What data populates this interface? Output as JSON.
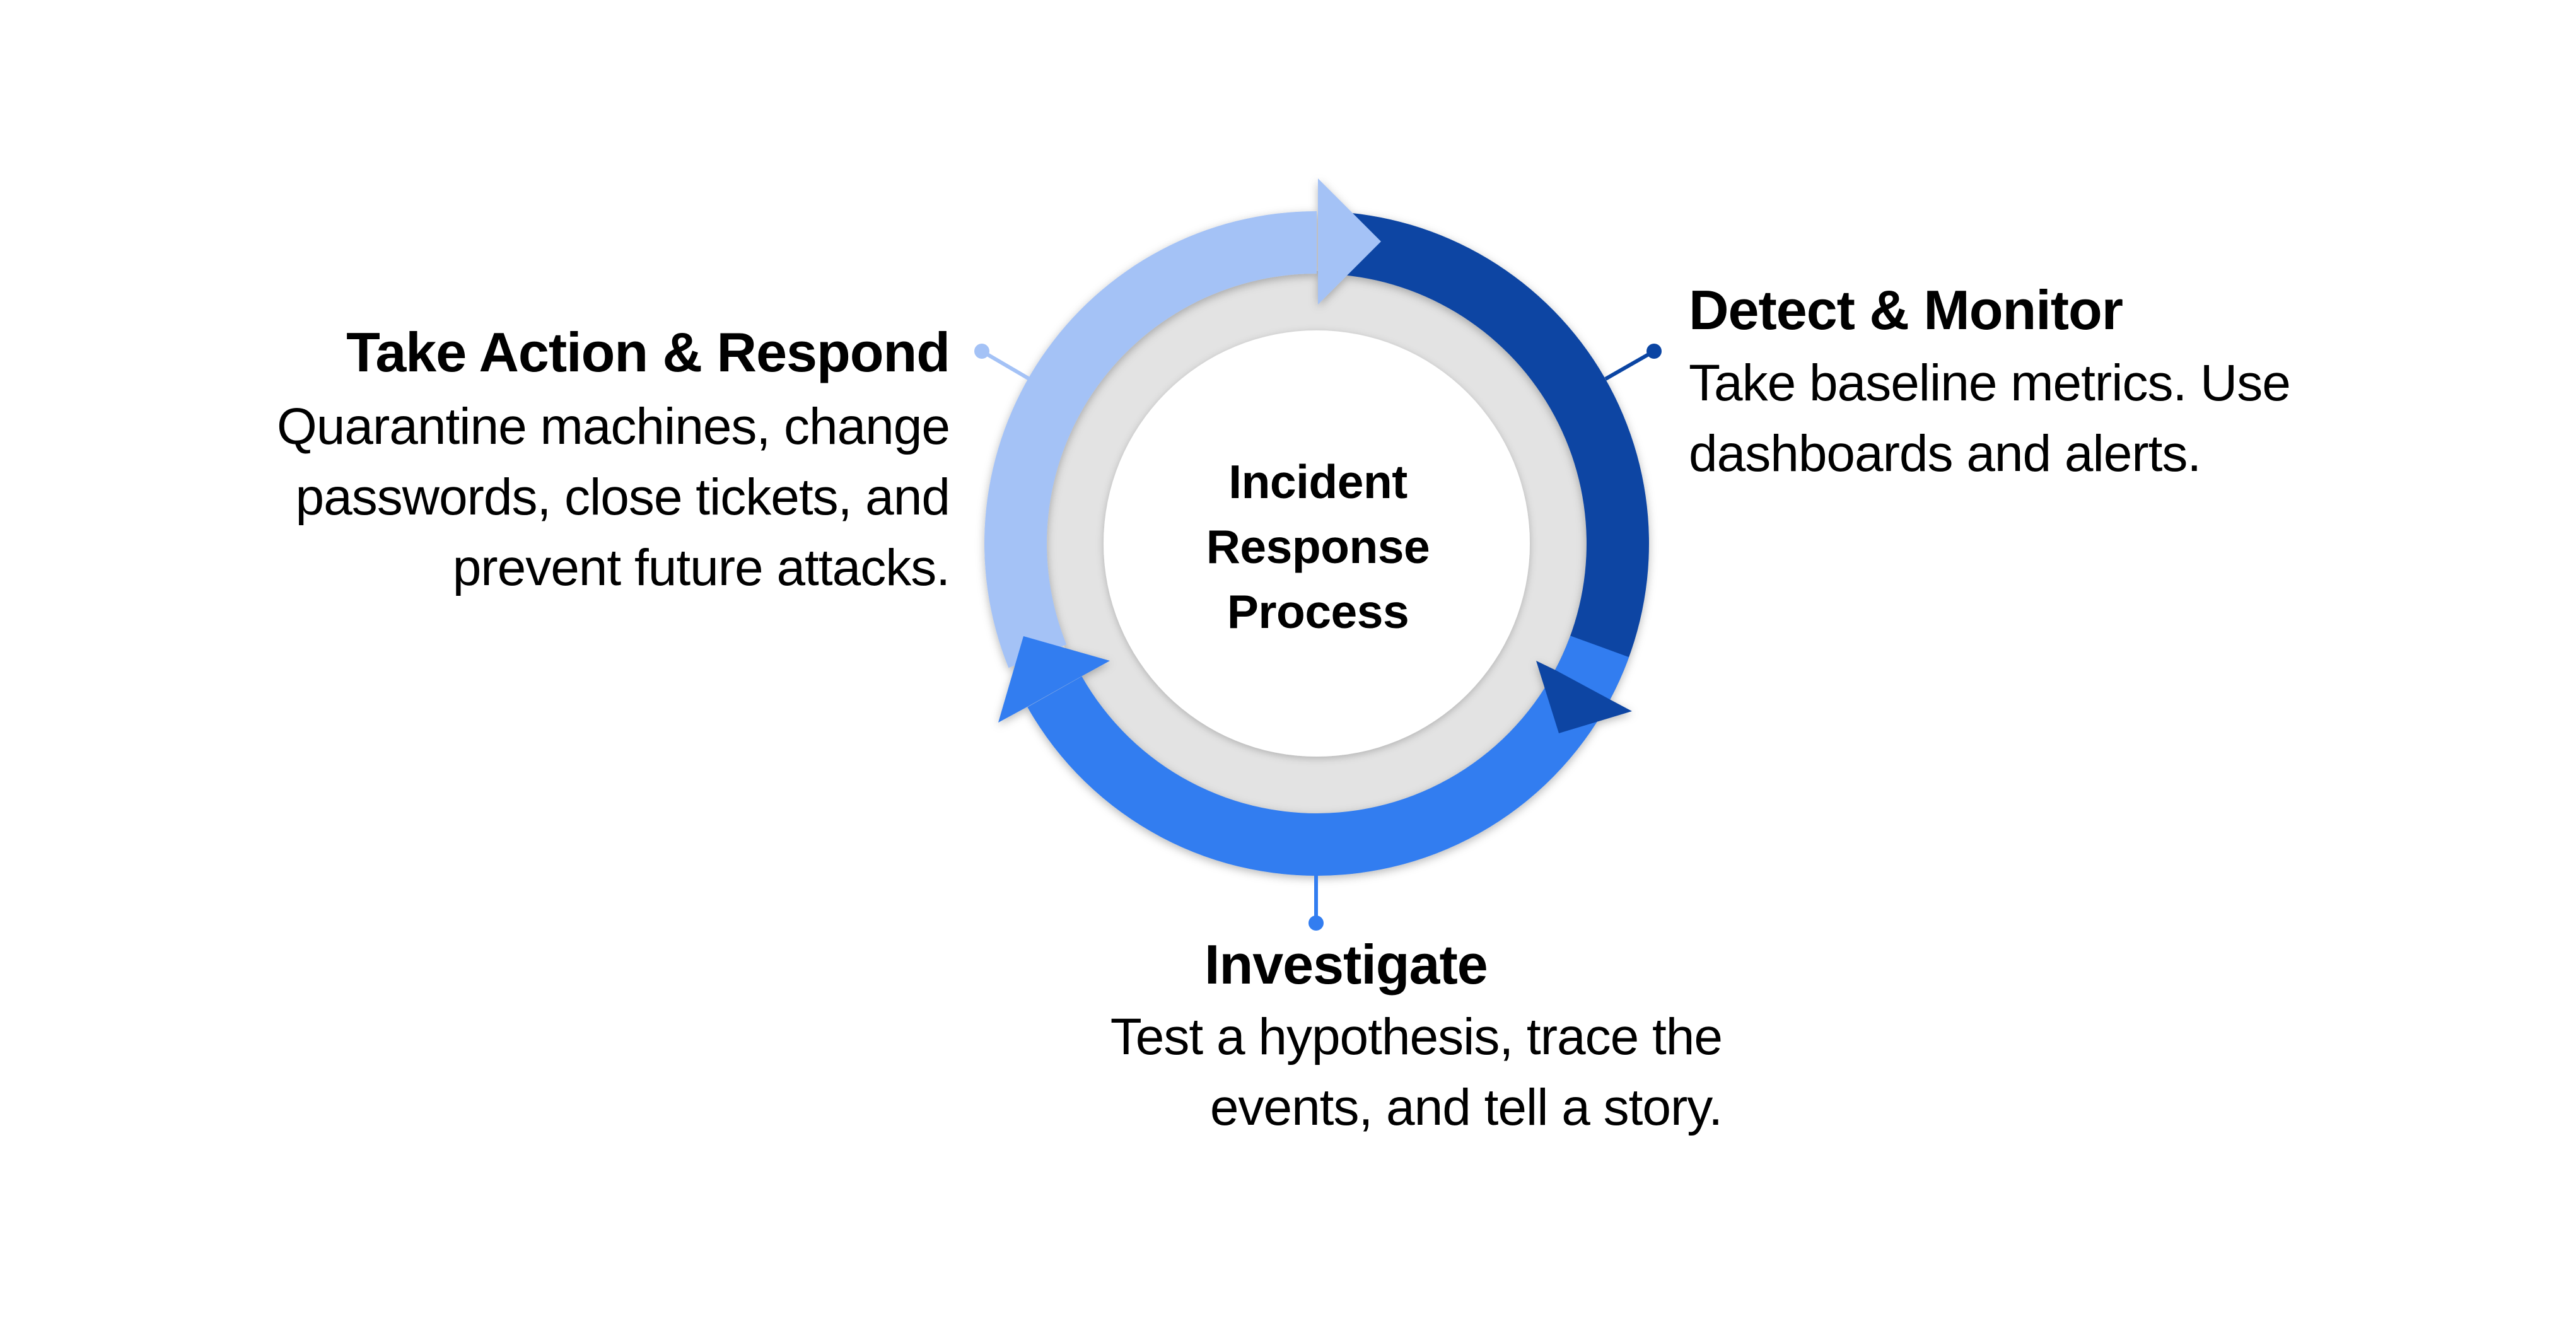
{
  "diagram": {
    "center_label": {
      "lines": [
        "Incident",
        "Response",
        "Process"
      ]
    },
    "stages": {
      "detect": {
        "title": "Detect & Monitor",
        "description_lines": [
          "Take baseline metrics. Use",
          "dashboards and alerts."
        ],
        "color": "#0B45A3"
      },
      "investigate": {
        "title": "Investigate",
        "description_lines": [
          "Test a hypothesis, trace the",
          "events, and tell a story."
        ],
        "color": "#327DF0"
      },
      "respond": {
        "title": "Take Action & Respond",
        "description_lines": [
          "Quarantine machines, change",
          "passwords, close tickets, and",
          "prevent future attacks."
        ],
        "color": "#A4C2F6"
      }
    },
    "colors": {
      "ring_track": "#E3E3E3",
      "inner_disk": "#FFFFFF",
      "text": "#000000",
      "background": "#FFFFFF"
    }
  }
}
